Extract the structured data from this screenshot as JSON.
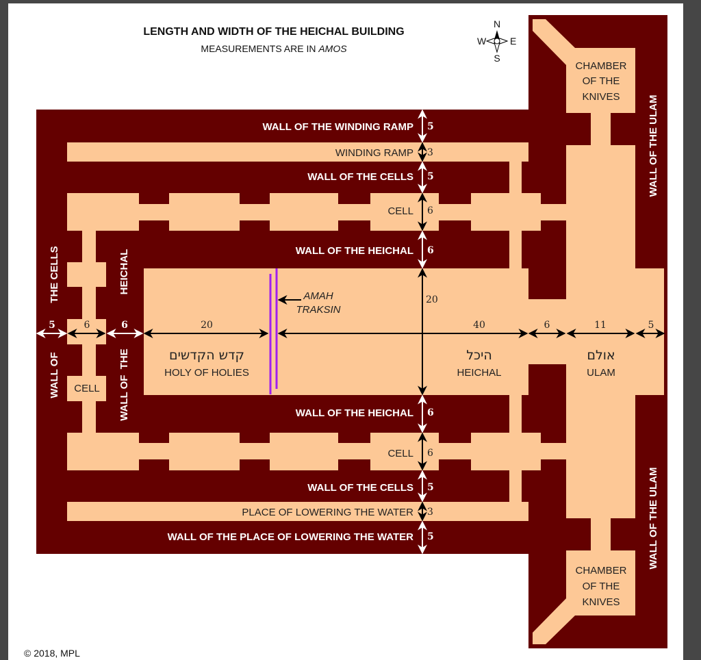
{
  "title": "LENGTH AND WIDTH OF THE HEICHAL BUILDING",
  "subtitle_prefix": "MEASUREMENTS ARE IN ",
  "subtitle_unit": "AMOS",
  "compass": {
    "n": "N",
    "e": "E",
    "s": "S",
    "w": "W"
  },
  "colors": {
    "wall": "#640000",
    "space": "#fdc896",
    "amah_traksin": "#a020f0"
  },
  "labels": {
    "wall_winding_ramp": "WALL OF THE WINDING RAMP",
    "winding_ramp": "WINDING RAMP",
    "wall_cells_top": "WALL OF THE CELLS",
    "cell_top": "CELL",
    "wall_heichal_top": "WALL OF THE HEICHAL",
    "wall_heichal_bottom": "WALL OF THE HEICHAL",
    "cell_bottom": "CELL",
    "wall_cells_bottom": "WALL OF THE CELLS",
    "place_lowering_water": "PLACE OF LOWERING THE WATER",
    "wall_place_lowering_water": "WALL OF THE PLACE OF LOWERING THE WATER",
    "left_wall_cells_a": "WALL OF",
    "left_wall_cells_b": "THE CELLS",
    "left_wall_heichal_a": "WALL OF  THE",
    "left_wall_heichal_b": "HEICHAL",
    "cell_left": "CELL",
    "wall_ulam_top": "WALL OF THE ULAM",
    "wall_ulam_bottom": "WALL OF THE ULAM",
    "chamber_top": [
      "CHAMBER",
      "OF THE",
      "KNIVES"
    ],
    "chamber_bottom": [
      "CHAMBER",
      "OF THE",
      "KNIVES"
    ],
    "holy_of_holies_hebrew": "קדש הקדשים",
    "holy_of_holies": "HOLY OF HOLIES",
    "heichal_hebrew": "היכל",
    "heichal": "HEICHAL",
    "ulam_hebrew": "אולם",
    "ulam": "ULAM",
    "amah_traksin": [
      "AMAH",
      "TRAKSIN"
    ]
  },
  "dimensions": {
    "vertical": [
      "5",
      "3",
      "5",
      "6",
      "6",
      "20",
      "6",
      "6",
      "5",
      "3",
      "5"
    ],
    "horizontal": [
      "5",
      "6",
      "6",
      "20",
      "40",
      "6",
      "11",
      "5"
    ]
  },
  "copyright": "© 2018, MPL"
}
